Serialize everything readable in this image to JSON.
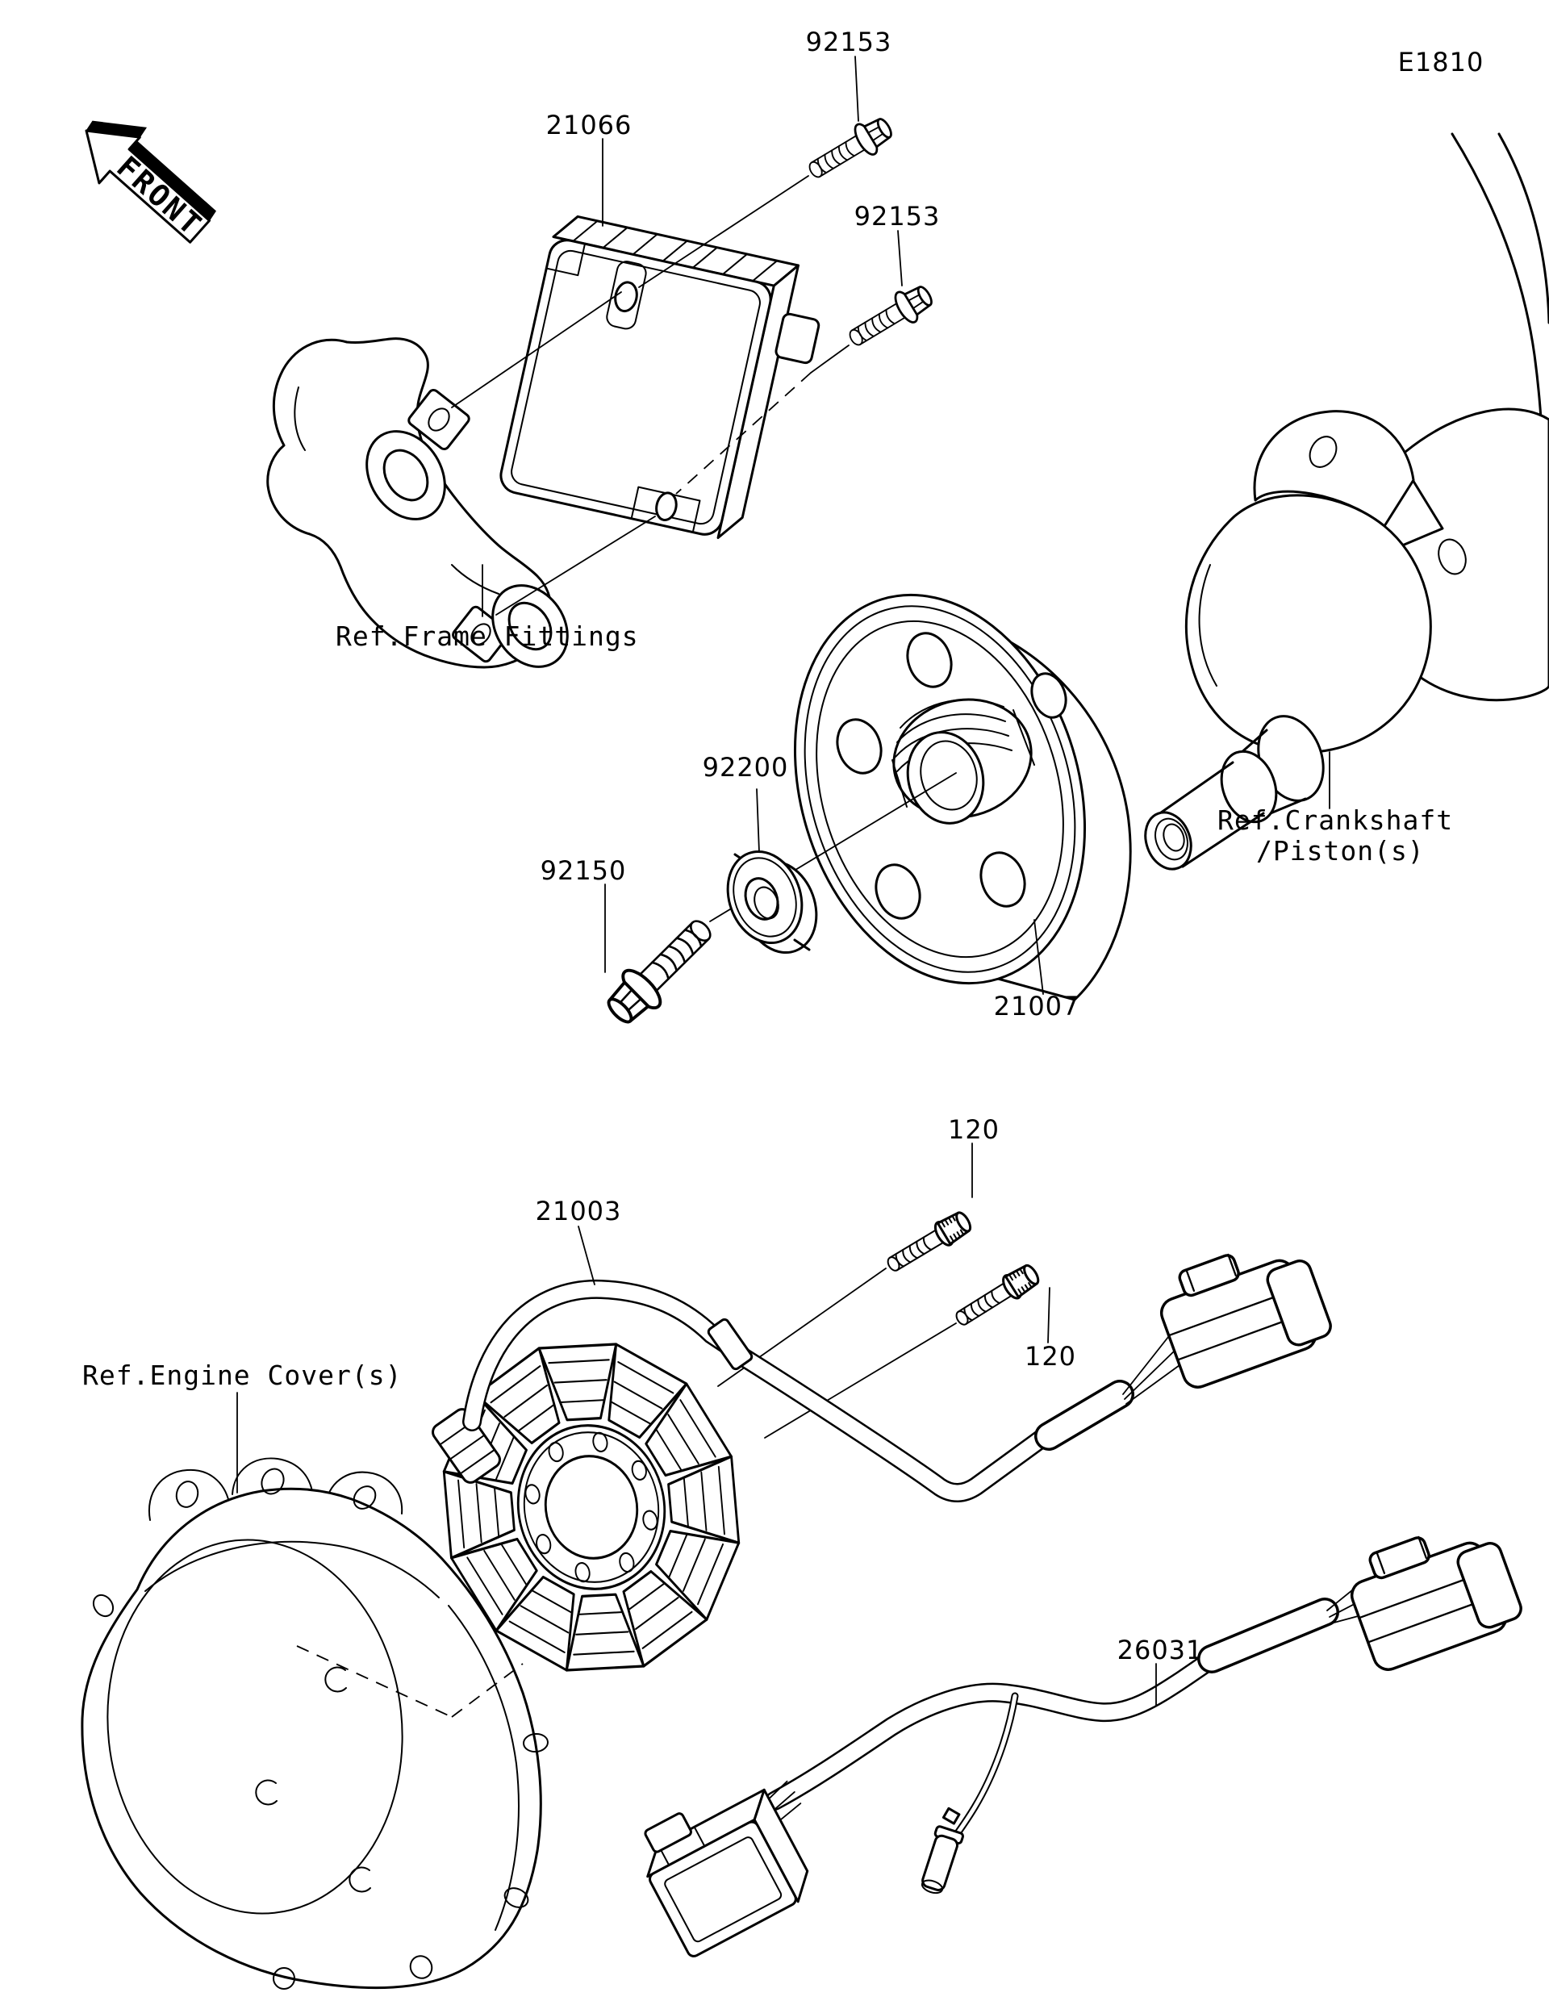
{
  "colors": {
    "background": "#ffffff",
    "line": "#000000"
  },
  "diagram": {
    "code": "E1810",
    "orientation_marker": "FRONT",
    "references": [
      "Ref.Frame Fittings",
      "Ref.Crankshaft /Piston(s)",
      "Ref.Engine Cover(s)"
    ],
    "part_numbers": [
      "21066",
      "92153",
      "92200",
      "92150",
      "21007",
      "120",
      "21003",
      "26031"
    ]
  },
  "labels": {
    "front": "FRONT",
    "code": "E1810",
    "r92153_a": "92153",
    "r21066": "21066",
    "r92153_b": "92153",
    "ref_frame": "Ref.Frame Fittings",
    "r92200": "92200",
    "r92150": "92150",
    "r21007": "21007",
    "ref_crank_1": "Ref.Crankshaft",
    "ref_crank_2": "/Piston(s)",
    "r120_a": "120",
    "r21003": "21003",
    "r120_b": "120",
    "ref_engine": "Ref.Engine Cover(s)",
    "r26031": "26031"
  }
}
